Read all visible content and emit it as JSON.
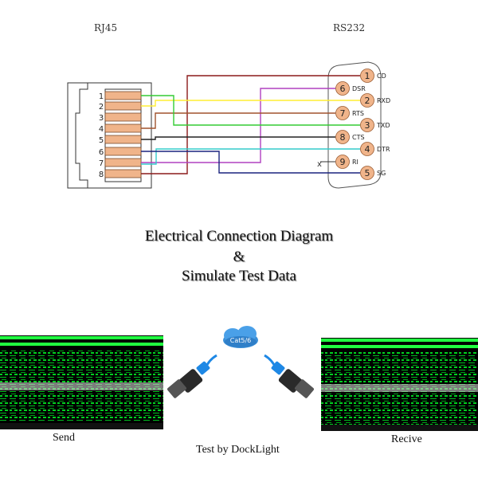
{
  "diagram": {
    "rj45_label": "RJ45",
    "rs232_label": "RS232",
    "rj45_pins": [
      "1",
      "2",
      "3",
      "4",
      "5",
      "6",
      "7",
      "8"
    ],
    "rs232_pins": [
      {
        "num": "1",
        "name": "CD"
      },
      {
        "num": "6",
        "name": "DSR"
      },
      {
        "num": "2",
        "name": "RXD"
      },
      {
        "num": "7",
        "name": "RTS"
      },
      {
        "num": "3",
        "name": "TXD"
      },
      {
        "num": "8",
        "name": "CTS"
      },
      {
        "num": "4",
        "name": "DTR"
      },
      {
        "num": "9",
        "name": "RI"
      },
      {
        "num": "5",
        "name": "SG"
      }
    ],
    "no_connect_mark": "x",
    "wire_colors": {
      "cd": "#8b1a1a",
      "dsr": "#b040c0",
      "rxd": "#ffee33",
      "rts": "#a0522d",
      "txd": "#33cc33",
      "cts": "#222222",
      "dtr": "#33cccc",
      "sg": "#1a237e"
    },
    "pin_fill": "#f0b48a"
  },
  "titles": {
    "line1": "Electrical Connection Diagram",
    "line2": "&",
    "line3": "Simulate Test Data"
  },
  "test": {
    "cloud_label": "Cat5/6",
    "send_label": "Send",
    "receive_label": "Recive",
    "tool_label": "Test by DockLight",
    "scope_color": "#00d020"
  }
}
